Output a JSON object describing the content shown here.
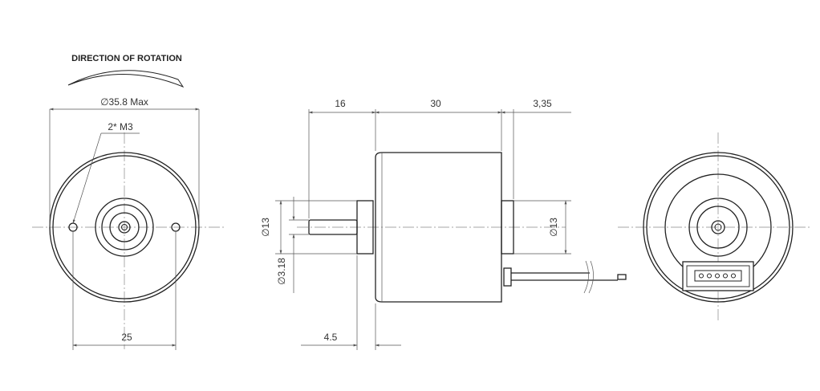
{
  "direction_label": "DIRECTION OF ROTATION",
  "front_view": {
    "diameter_label": "∅35.8 Max",
    "mount_label": "2* M3",
    "bolt_spacing_label": "25"
  },
  "side_view": {
    "shaft_length_label": "16",
    "body_length_label": "30",
    "rear_boss_label": "3,35",
    "front_boss_dia_label": "∅13",
    "shaft_dia_label": "∅3.18",
    "rear_boss_dia_label": "∅13",
    "flange_offset_label": "4.5"
  },
  "colors": {
    "line": "#222222",
    "dimension": "#555555",
    "centerline": "#888888",
    "text": "#333333"
  }
}
